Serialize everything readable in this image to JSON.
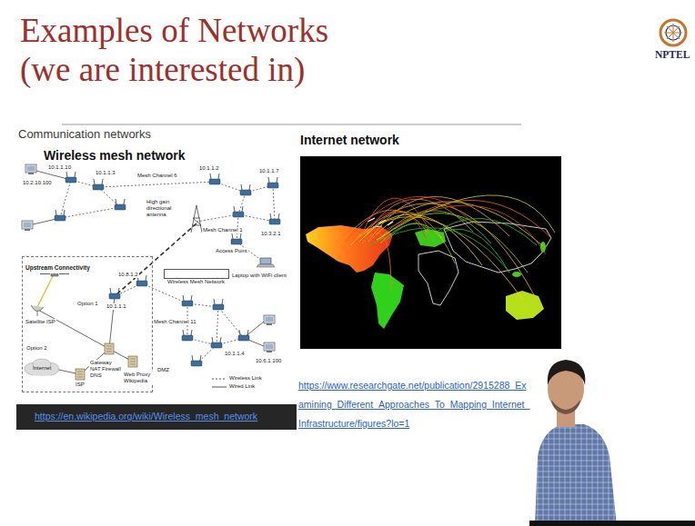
{
  "diagram": {
    "title": "Examples of Networks (we are interested in)",
    "nodes": [
      {
        "text": [
          "Wireless mesh network"
        ]
      },
      {
        "text": [
          "Upstream Connectivity"
        ],
        "in": 0
      },
      {
        "text": [
          "Wireless Mesh Network"
        ],
        "in": 0
      },
      {
        "text": [
          "Internet network"
        ]
      }
    ],
    "labels": [
      "Communication networks",
      "https://en.wikipedia.org/wiki/Wireless_mesh_network",
      "https://www.researchgate.net/publication/2915288_Examining_Different_Approaches_To_Mapping_Internet_Infrastructure/figures?lo=1",
      "NPTEL",
      "10.1.1.10",
      "10.1.1.3",
      "10.2.10.100",
      "Mesh Channel 6",
      "10.1.1.2",
      "10.1.1.7",
      "10.3.2.1",
      "Mesh Channel 1",
      "Access Point",
      "Laptop with WiFi client",
      "High gain directional antenna",
      "10.8.1.2",
      "10.1.1.1",
      "Mesh Channel 11",
      "10.1.1.4",
      "10.6.1.100",
      "Satellite ISP",
      "Internet",
      "ISP",
      "Option 1",
      "Option 2",
      "Gateway NAT Firewall DNS",
      "Web Proxy Wikipedia",
      "DMZ"
    ],
    "legend": [
      {
        "text": "Wireless Link"
      },
      {
        "text": "Wired Link"
      }
    ]
  }
}
